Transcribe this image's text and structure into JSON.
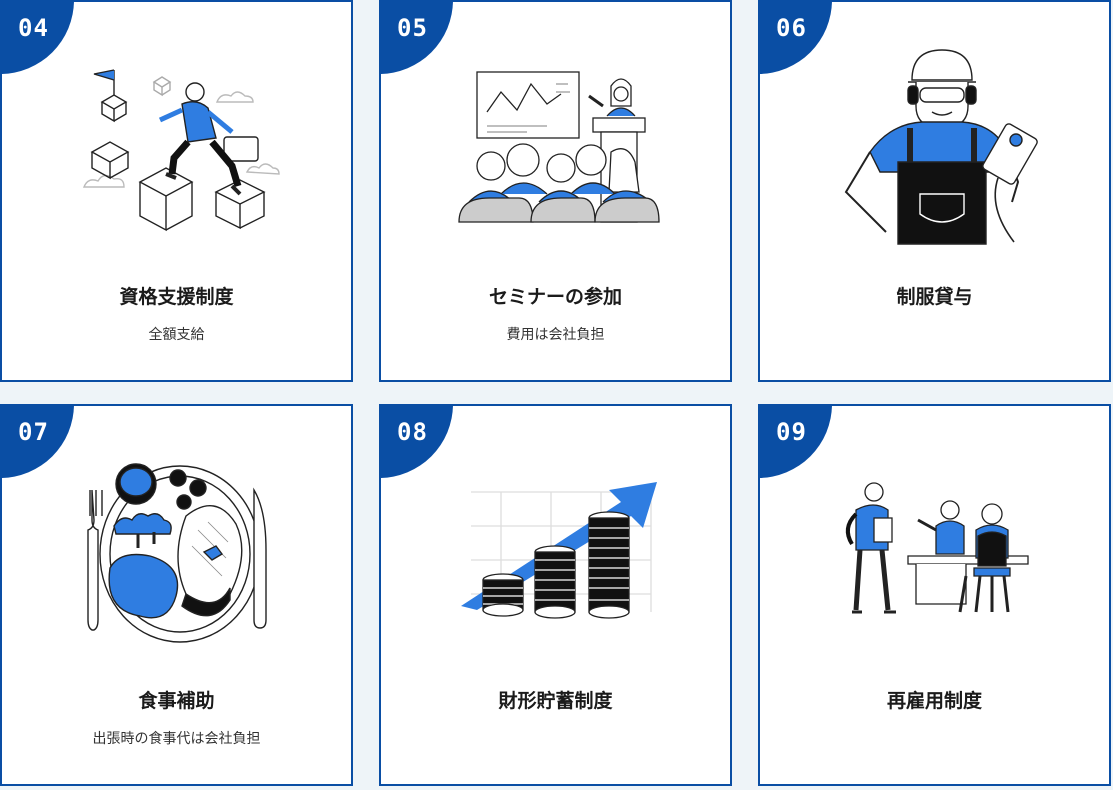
{
  "colors": {
    "accent": "#0a4ea4",
    "illustration_blue": "#2f7de1",
    "background": "#eef4f8"
  },
  "cards": [
    {
      "number": "04",
      "title": "資格支援制度",
      "subtitle": "全額支給",
      "illustration": "climbing-boxes-illustration"
    },
    {
      "number": "05",
      "title": "セミナーの参加",
      "subtitle": "費用は会社負担",
      "illustration": "seminar-illustration"
    },
    {
      "number": "06",
      "title": "制服貸与",
      "subtitle": "",
      "illustration": "uniform-worker-illustration"
    },
    {
      "number": "07",
      "title": "食事補助",
      "subtitle": "出張時の食事代は会社負担",
      "illustration": "meal-plate-illustration"
    },
    {
      "number": "08",
      "title": "財形貯蓄制度",
      "subtitle": "",
      "illustration": "coin-growth-illustration"
    },
    {
      "number": "09",
      "title": "再雇用制度",
      "subtitle": "",
      "illustration": "office-meeting-illustration"
    }
  ]
}
